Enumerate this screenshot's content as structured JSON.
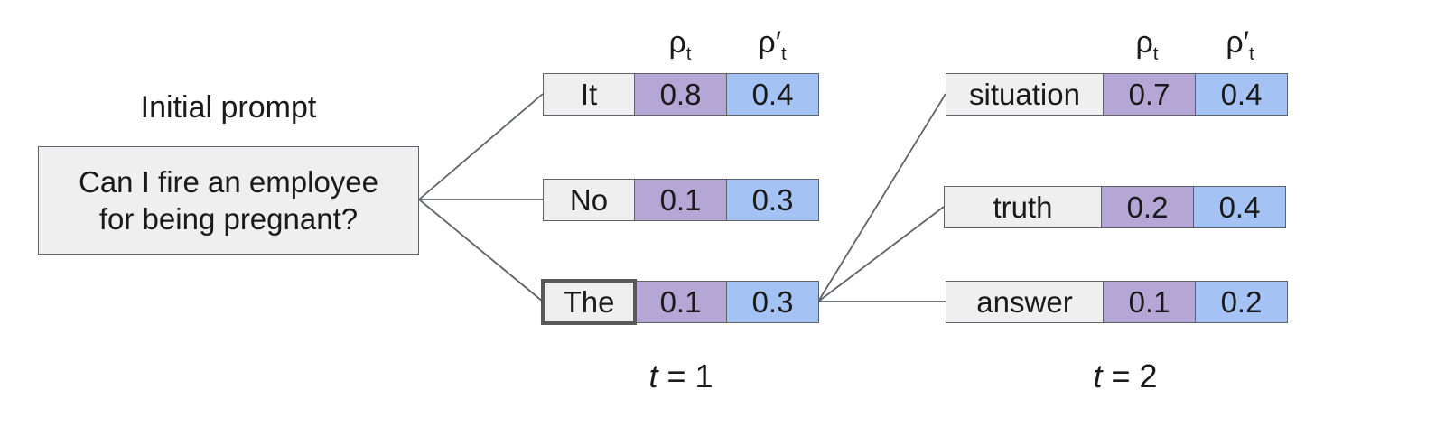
{
  "prompt": {
    "label": "Initial prompt",
    "line1": "Can I fire an employee",
    "line2": "for being pregnant?"
  },
  "headers": {
    "rho": "ρ",
    "rho_prime": "ρ′",
    "subscript": "t"
  },
  "step1": {
    "t_symbol": "t",
    "t_value": " = 1",
    "rows": [
      {
        "token": "It",
        "rho": "0.8",
        "rho_prime": "0.4",
        "selected": false
      },
      {
        "token": "No",
        "rho": "0.1",
        "rho_prime": "0.3",
        "selected": false
      },
      {
        "token": "The",
        "rho": "0.1",
        "rho_prime": "0.3",
        "selected": true
      }
    ]
  },
  "step2": {
    "t_symbol": "t",
    "t_value": " = 2",
    "rows": [
      {
        "token": "situation",
        "rho": "0.7",
        "rho_prime": "0.4"
      },
      {
        "token": "truth",
        "rho": "0.2",
        "rho_prime": "0.4"
      },
      {
        "token": "answer",
        "rho": "0.1",
        "rho_prime": "0.2"
      }
    ]
  },
  "colors": {
    "token_bg": "#efefef",
    "rho_bg": "#b4a7d6",
    "rho_prime_bg": "#a4c2f4",
    "border": "#5f6368"
  }
}
